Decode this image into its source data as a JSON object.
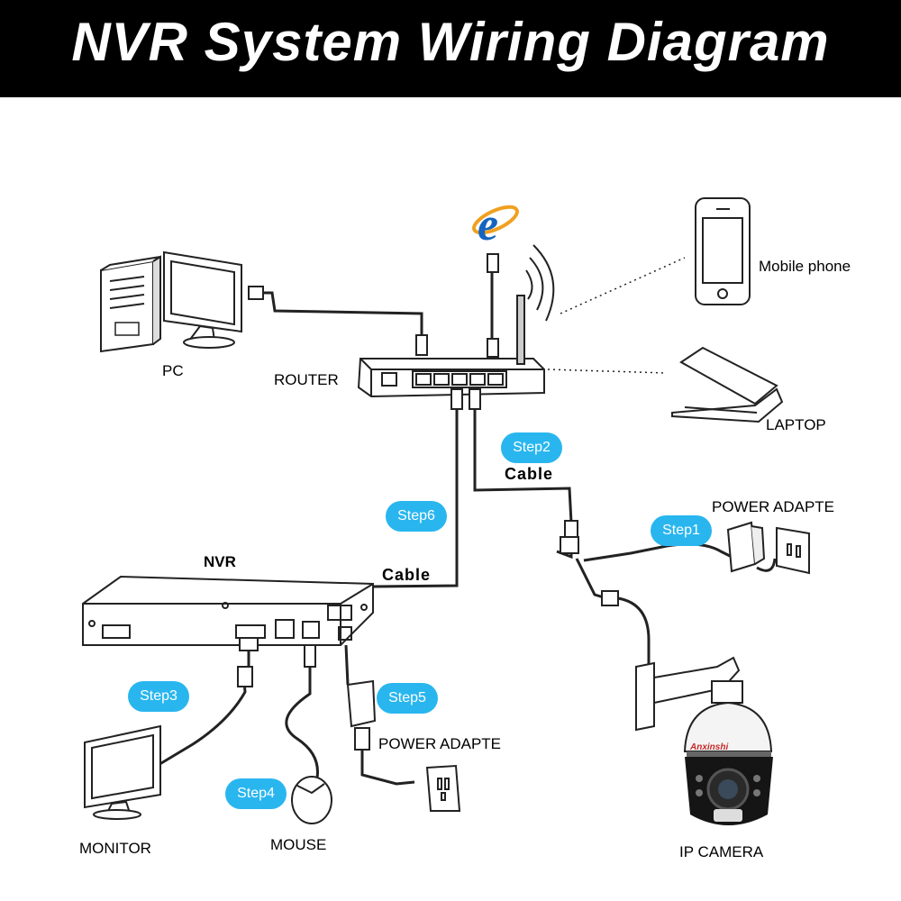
{
  "header": {
    "title": "NVR System Wiring Diagram"
  },
  "devices": {
    "pc": "PC",
    "router": "ROUTER",
    "mobile_phone": "Mobile phone",
    "laptop": "LAPTOP",
    "nvr": "NVR",
    "monitor": "MONITOR",
    "mouse": "MOUSE",
    "ip_camera": "IP  CAMERA",
    "camera_power_adapter": "POWER ADAPTE",
    "nvr_power_adapter": "POWER ADAPTE",
    "camera_brand": "Anxinshi"
  },
  "cables": {
    "router_to_camera": "Cable",
    "router_to_nvr": "Cable"
  },
  "steps": {
    "step1": "Step1",
    "step2": "Step2",
    "step3": "Step3",
    "step4": "Step4",
    "step5": "Step5",
    "step6": "Step6"
  },
  "icons": [
    "internet-explorer-icon",
    "wifi-signal-icon",
    "power-outlet-icon"
  ],
  "colors": {
    "header_bg": "#000000",
    "step_badge": "#29b6ef",
    "ie_logo": "#1565c0"
  }
}
